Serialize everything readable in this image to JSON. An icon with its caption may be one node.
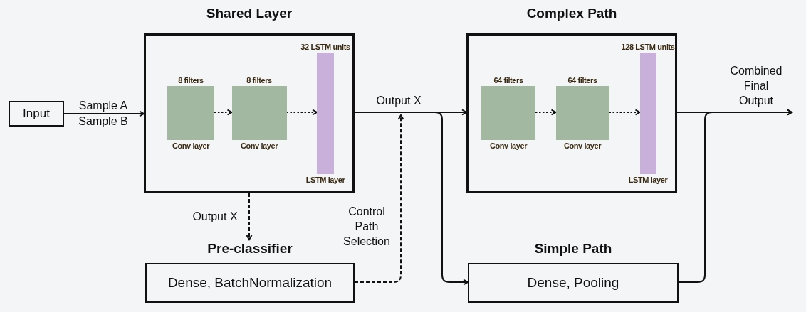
{
  "diagram": {
    "nodes": [
      {
        "text": [
          "Input"
        ]
      },
      {
        "text": [
          "Shared Layer"
        ]
      },
      {
        "text": [
          "8 filters",
          "Conv layer"
        ],
        "in": 1
      },
      {
        "text": [
          "8 filters",
          "Conv layer"
        ],
        "in": 1
      },
      {
        "text": [
          "32 LSTM units",
          "LSTM layer"
        ],
        "in": 1
      },
      {
        "text": [
          "Complex Path"
        ]
      },
      {
        "text": [
          "64 filters",
          "Conv layer"
        ],
        "in": 5
      },
      {
        "text": [
          "64 filters",
          "Conv layer"
        ],
        "in": 5
      },
      {
        "text": [
          "128 LSTM units",
          "LSTM layer"
        ],
        "in": 5
      },
      {
        "text": [
          "Pre-classifier",
          "Dense, BatchNormalization"
        ]
      },
      {
        "text": [
          "Simple Path",
          "Dense, Pooling"
        ]
      }
    ],
    "edges": [
      {
        "from": 0,
        "to": 1,
        "arrow": "to"
      },
      {
        "from": 2,
        "to": 3,
        "arrow": "to",
        "style": "dashed"
      },
      {
        "from": 3,
        "to": 4,
        "arrow": "to",
        "style": "dashed"
      },
      {
        "from": 1,
        "to": 5,
        "arrow": "to",
        "label": "Output X"
      },
      {
        "from": 1,
        "to": 10,
        "arrow": "to"
      },
      {
        "from": 1,
        "to": 9,
        "arrow": "to",
        "style": "dashed",
        "label": "Output X"
      },
      {
        "from": 9,
        "to": null,
        "arrow": "to",
        "style": "dashed",
        "label": "Control Path Selection"
      },
      {
        "from": 6,
        "to": 7,
        "arrow": "to",
        "style": "dashed"
      },
      {
        "from": 7,
        "to": 8,
        "arrow": "to",
        "style": "dashed"
      },
      {
        "from": 5,
        "to": null,
        "arrow": "to",
        "label": "Combined Final Output"
      },
      {
        "from": 10,
        "to": null,
        "arrow": "to"
      }
    ],
    "labels": [
      "Sample A",
      "Sample B"
    ]
  }
}
